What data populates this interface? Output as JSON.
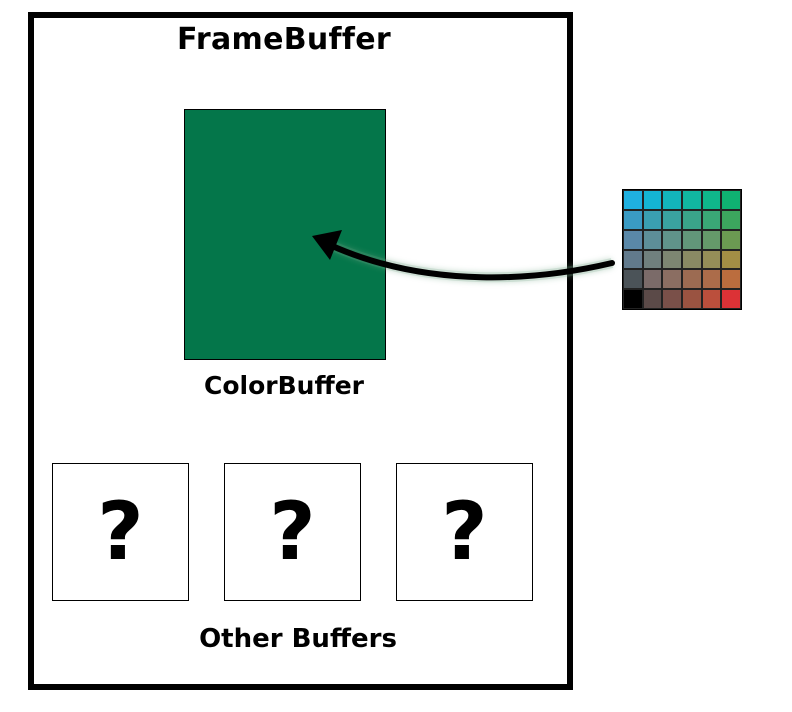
{
  "framebuffer": {
    "title": "FrameBuffer"
  },
  "colorbuffer": {
    "label": "ColorBuffer",
    "fill_color": "#04764a"
  },
  "other_buffers": {
    "label": "Other Buffers",
    "items": [
      "?",
      "?",
      "?"
    ]
  },
  "palette": {
    "colors": [
      "#1fb0e0",
      "#14b5d3",
      "#13b5bb",
      "#11b7a1",
      "#0fb78b",
      "#0fb272",
      "#3a9bc4",
      "#3a9fb1",
      "#3aa2a0",
      "#3aa48a",
      "#3aa776",
      "#3ca65e",
      "#5a88a8",
      "#5d8e98",
      "#60938a",
      "#629679",
      "#659a6a",
      "#6b9a52",
      "#627a8c",
      "#70807e",
      "#7d8672",
      "#8a8a64",
      "#958e58",
      "#a28e45",
      "#4b5358",
      "#7b6b69",
      "#8b6e62",
      "#9c6b52",
      "#ac6c4a",
      "#bb6d3e",
      "#000000",
      "#5b4a48",
      "#7a5049",
      "#9a5341",
      "#bb4f3c",
      "#dc3236"
    ]
  }
}
